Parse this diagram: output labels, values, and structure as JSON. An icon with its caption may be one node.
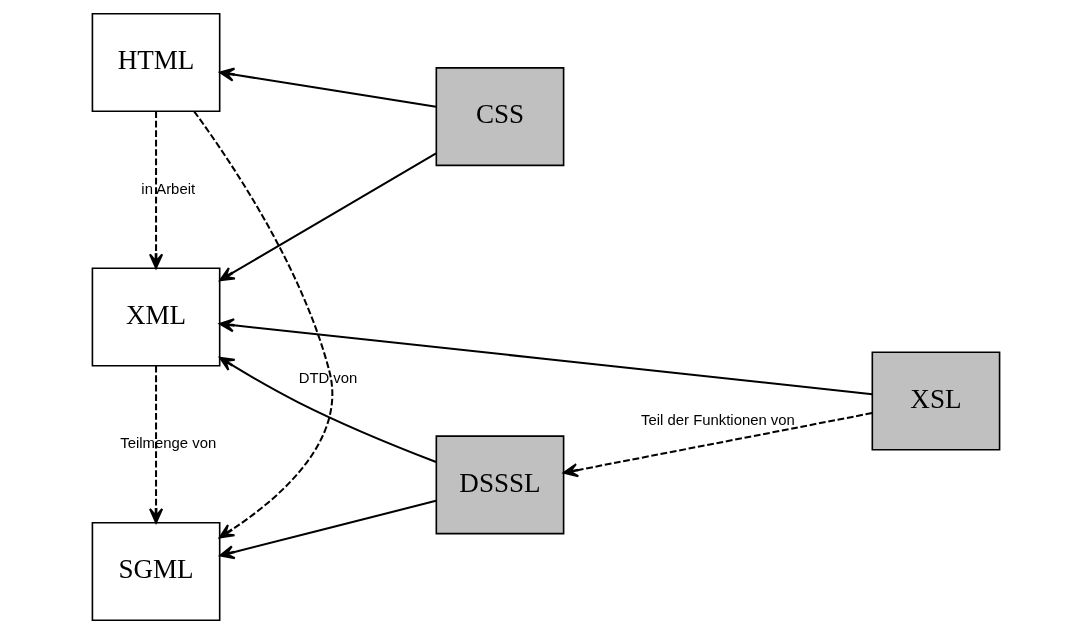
{
  "diagram": {
    "nodes": [
      {
        "text": [
          "SGML"
        ]
      },
      {
        "text": [
          "DSSSL"
        ]
      },
      {
        "text": [
          "XML"
        ]
      },
      {
        "text": [
          "XSL"
        ]
      },
      {
        "text": [
          "CSS"
        ]
      },
      {
        "text": [
          "HTML"
        ]
      }
    ],
    "edges": [
      {
        "from": 1,
        "to": 0,
        "arrow": "to"
      },
      {
        "from": 1,
        "to": 2,
        "arrow": "to"
      },
      {
        "from": 2,
        "to": 0,
        "arrow": "to",
        "style": "dashed",
        "label": "Teilmenge von"
      },
      {
        "from": 3,
        "to": 1,
        "arrow": "to",
        "style": "dashed",
        "label": "Teil der Funktionen von"
      },
      {
        "from": 3,
        "to": 2,
        "arrow": "to"
      },
      {
        "from": 4,
        "to": 2,
        "arrow": "to"
      },
      {
        "from": 4,
        "to": 5,
        "arrow": "to"
      },
      {
        "from": 5,
        "to": 2,
        "arrow": "to",
        "style": "dashed",
        "label": "in Arbeit"
      },
      {
        "from": 5,
        "to": 0,
        "arrow": "to",
        "style": "dashed",
        "label": "DTD von"
      }
    ]
  }
}
